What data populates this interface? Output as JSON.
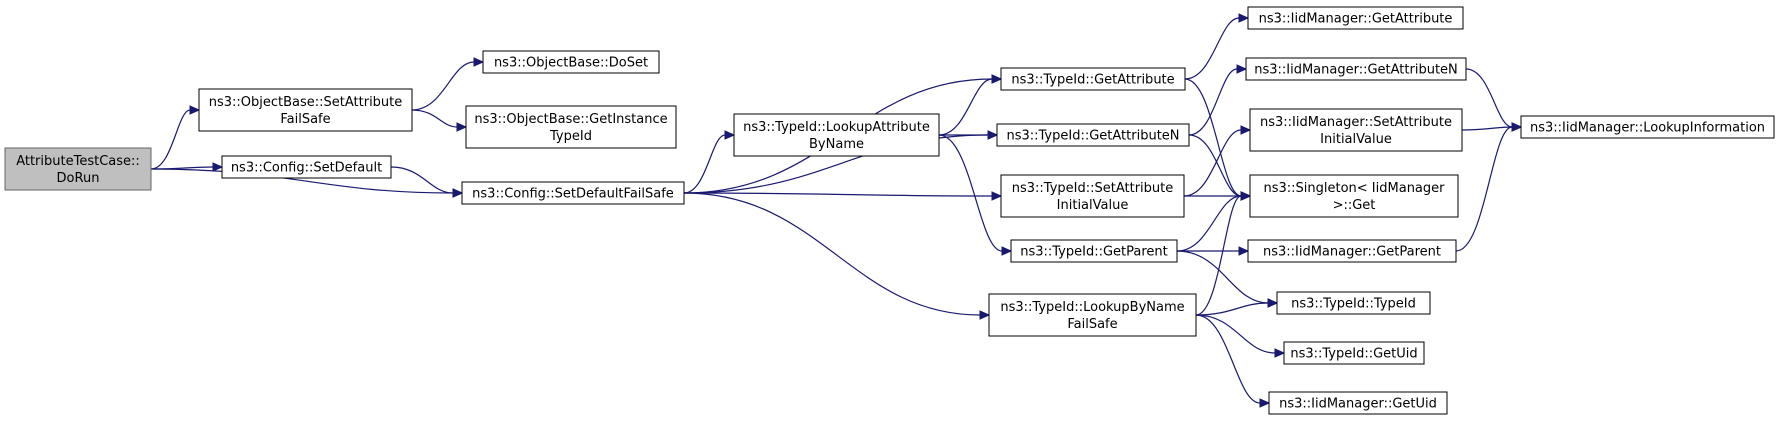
{
  "diagram": {
    "colors": {
      "edge": "#191970",
      "root_fill": "#bfbfbf",
      "node_fill": "#ffffff",
      "node_border": "#000000"
    },
    "nodes": [
      {
        "id": "root",
        "lines": [
          "AttributeTestCase::",
          "DoRun"
        ],
        "root": true
      },
      {
        "id": "setattrfs",
        "lines": [
          "ns3::ObjectBase::SetAttribute",
          "FailSafe"
        ]
      },
      {
        "id": "config_setdefault",
        "lines": [
          "ns3::Config::SetDefault"
        ]
      },
      {
        "id": "config_setdefaultfs",
        "lines": [
          "ns3::Config::SetDefaultFailSafe"
        ]
      },
      {
        "id": "doset",
        "lines": [
          "ns3::ObjectBase::DoSet"
        ]
      },
      {
        "id": "getinstancetypeid",
        "lines": [
          "ns3::ObjectBase::GetInstance",
          "TypeId"
        ]
      },
      {
        "id": "lookupattrbyname",
        "lines": [
          "ns3::TypeId::LookupAttribute",
          "ByName"
        ]
      },
      {
        "id": "typeid_getattribute",
        "lines": [
          "ns3::TypeId::GetAttribute"
        ]
      },
      {
        "id": "typeid_getattributen",
        "lines": [
          "ns3::TypeId::GetAttributeN"
        ]
      },
      {
        "id": "typeid_setattrinit",
        "lines": [
          "ns3::TypeId::SetAttribute",
          "InitialValue"
        ]
      },
      {
        "id": "typeid_getparent",
        "lines": [
          "ns3::TypeId::GetParent"
        ]
      },
      {
        "id": "typeid_lookupbynamefs",
        "lines": [
          "ns3::TypeId::LookupByName",
          "FailSafe"
        ]
      },
      {
        "id": "iid_getattribute",
        "lines": [
          "ns3::IidManager::GetAttribute"
        ]
      },
      {
        "id": "iid_getattributen",
        "lines": [
          "ns3::IidManager::GetAttributeN"
        ]
      },
      {
        "id": "iid_setattrinit",
        "lines": [
          "ns3::IidManager::SetAttribute",
          "InitialValue"
        ]
      },
      {
        "id": "singleton_get",
        "lines": [
          "ns3::Singleton< IidManager",
          ">::Get"
        ]
      },
      {
        "id": "iid_getparent",
        "lines": [
          "ns3::IidManager::GetParent"
        ]
      },
      {
        "id": "typeid_typeid",
        "lines": [
          "ns3::TypeId::TypeId"
        ]
      },
      {
        "id": "typeid_getuid",
        "lines": [
          "ns3::TypeId::GetUid"
        ]
      },
      {
        "id": "iid_getuid",
        "lines": [
          "ns3::IidManager::GetUid"
        ]
      },
      {
        "id": "iid_lookupinfo",
        "lines": [
          "ns3::IidManager::LookupInformation"
        ]
      }
    ],
    "edges": [
      {
        "from": "root",
        "to": "setattrfs"
      },
      {
        "from": "root",
        "to": "config_setdefault"
      },
      {
        "from": "root",
        "to": "config_setdefaultfs"
      },
      {
        "from": "setattrfs",
        "to": "doset"
      },
      {
        "from": "setattrfs",
        "to": "getinstancetypeid"
      },
      {
        "from": "config_setdefault",
        "to": "config_setdefaultfs"
      },
      {
        "from": "config_setdefaultfs",
        "to": "typeid_getattribute"
      },
      {
        "from": "config_setdefaultfs",
        "to": "lookupattrbyname"
      },
      {
        "from": "config_setdefaultfs",
        "to": "typeid_getattributen"
      },
      {
        "from": "config_setdefaultfs",
        "to": "typeid_setattrinit"
      },
      {
        "from": "config_setdefaultfs",
        "to": "typeid_lookupbynamefs"
      },
      {
        "from": "lookupattrbyname",
        "to": "typeid_getattribute"
      },
      {
        "from": "lookupattrbyname",
        "to": "typeid_getattributen"
      },
      {
        "from": "lookupattrbyname",
        "to": "typeid_getparent"
      },
      {
        "from": "typeid_getattribute",
        "to": "iid_getattribute"
      },
      {
        "from": "typeid_getattribute",
        "to": "singleton_get"
      },
      {
        "from": "typeid_getattributen",
        "to": "iid_getattributen"
      },
      {
        "from": "typeid_getattributen",
        "to": "singleton_get"
      },
      {
        "from": "typeid_setattrinit",
        "to": "iid_setattrinit"
      },
      {
        "from": "typeid_setattrinit",
        "to": "singleton_get"
      },
      {
        "from": "typeid_getparent",
        "to": "singleton_get"
      },
      {
        "from": "typeid_getparent",
        "to": "iid_getparent"
      },
      {
        "from": "typeid_getparent",
        "to": "typeid_typeid"
      },
      {
        "from": "typeid_lookupbynamefs",
        "to": "singleton_get"
      },
      {
        "from": "typeid_lookupbynamefs",
        "to": "typeid_typeid"
      },
      {
        "from": "typeid_lookupbynamefs",
        "to": "typeid_getuid"
      },
      {
        "from": "typeid_lookupbynamefs",
        "to": "iid_getuid"
      },
      {
        "from": "iid_getattributen",
        "to": "iid_lookupinfo"
      },
      {
        "from": "iid_setattrinit",
        "to": "iid_lookupinfo"
      },
      {
        "from": "iid_getparent",
        "to": "iid_lookupinfo"
      }
    ]
  }
}
